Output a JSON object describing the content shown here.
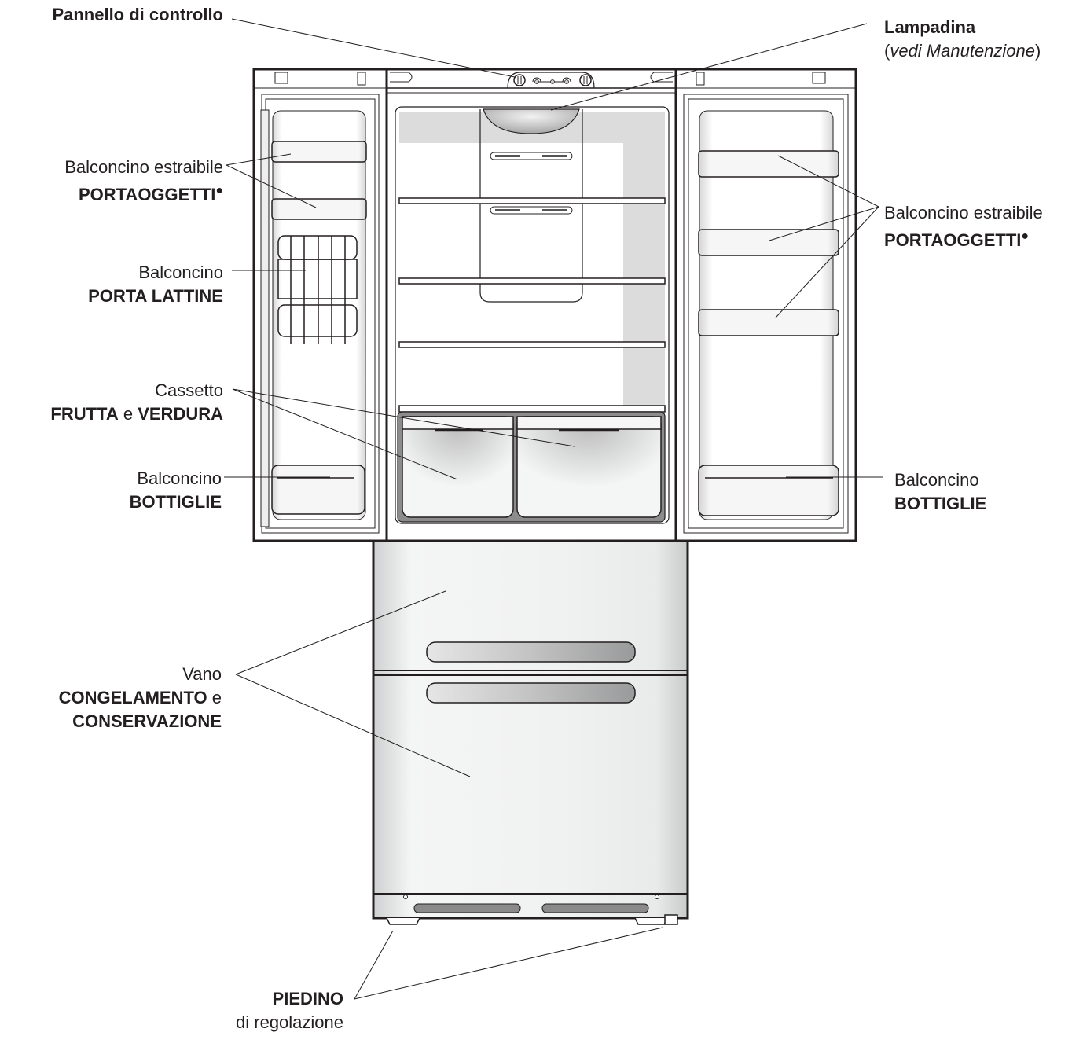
{
  "diagram": {
    "subject": "French-door refrigerator, front view with doors open",
    "colors": {
      "outline": "#231f20",
      "interior_shade": "#dcdcdc",
      "drawer_tray": "#8c8c8c",
      "handle_gradient_start": "#e8e8e8",
      "handle_gradient_end": "#9a9a9a"
    }
  },
  "labels": {
    "control_panel": {
      "title": "Pannello di controllo"
    },
    "lamp": {
      "title": "Lampadina",
      "note_open": "(",
      "note_italic": "vedi Manutenzione",
      "note_close": ")"
    },
    "left_door_shelf": {
      "line1": "Balconcino estraibile",
      "line2": "PORTAOGGETTI",
      "marker": "●"
    },
    "can_rack": {
      "line1": "Balconcino",
      "line2": "PORTA LATTINE"
    },
    "crisper": {
      "line1": "Cassetto",
      "line2_bold_a": "FRUTTA",
      "line2_light": " e ",
      "line2_bold_b": "VERDURA"
    },
    "left_bottle_shelf": {
      "line1": "Balconcino",
      "line2": "BOTTIGLIE"
    },
    "right_door_shelf": {
      "line1": "Balconcino estraibile",
      "line2": "PORTAOGGETTI",
      "marker": "●"
    },
    "right_bottle_shelf": {
      "line1": "Balconcino",
      "line2": "BOTTIGLIE"
    },
    "freezer": {
      "line1": "Vano",
      "line2_bold": "CONGELAMENTO",
      "line2_light": " e",
      "line3": "CONSERVAZIONE"
    },
    "foot": {
      "line1": "PIEDINO",
      "line2": "di regolazione"
    }
  }
}
